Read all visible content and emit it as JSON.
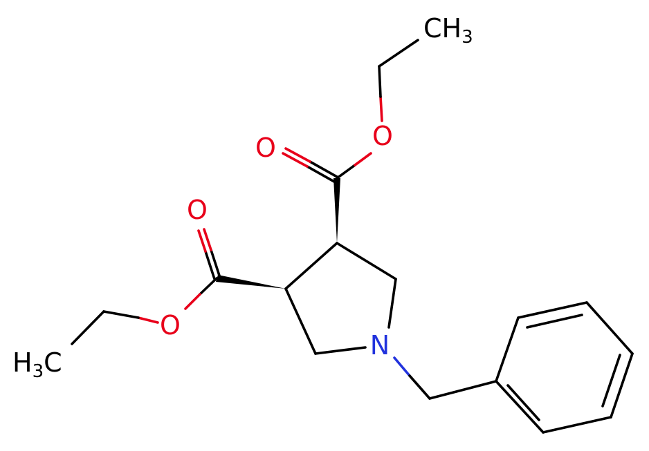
{
  "atoms": {
    "o_top_carbonyl": "O",
    "o_top_ester": "O",
    "ch3_top": "CH",
    "ch3_top_sub": "3",
    "o_left_carbonyl": "O",
    "o_left_ester": "O",
    "h3c_left_h": "H",
    "h3c_left_sub": "3",
    "h3c_left_c": "C",
    "n_ring": "N"
  },
  "colors": {
    "bond": "#000000",
    "oxygen": "#e8001a",
    "nitrogen": "#2233dd"
  }
}
